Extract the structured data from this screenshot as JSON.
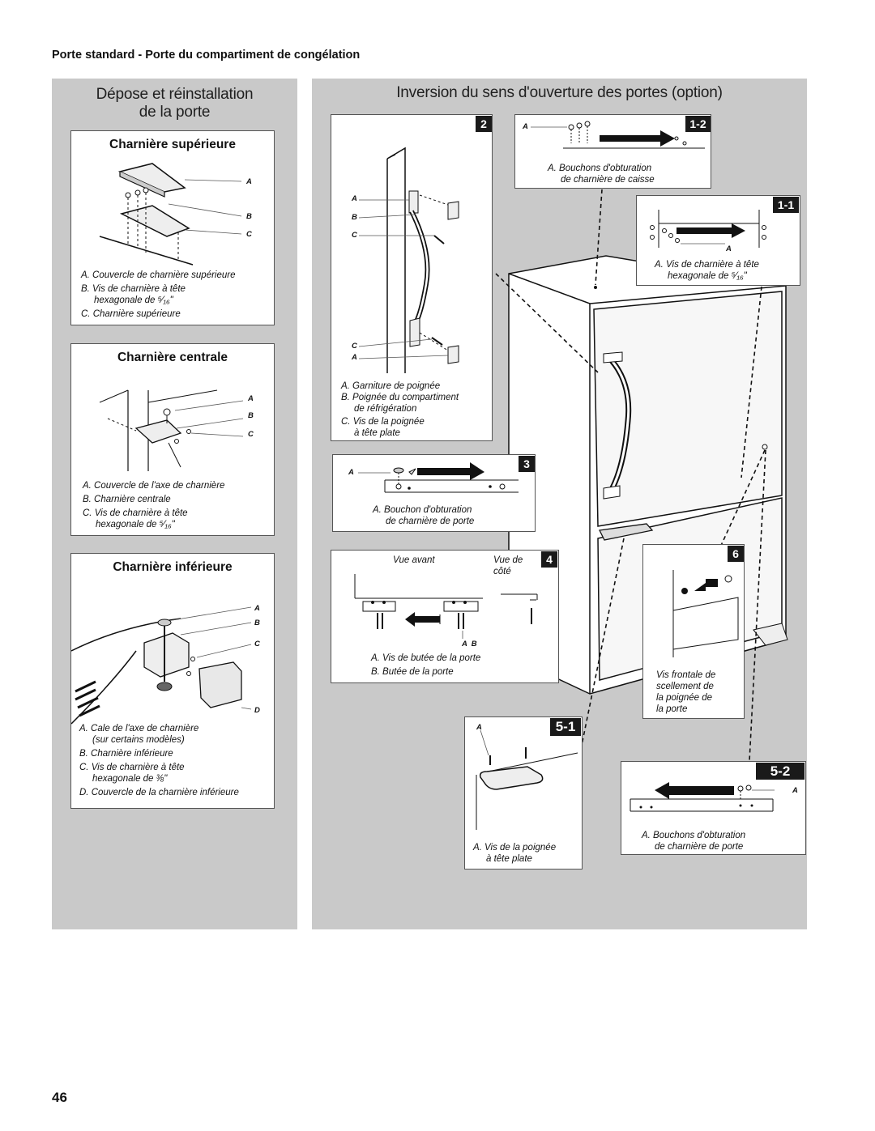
{
  "section_heading": "Porte standard - Porte du compartiment de congélation",
  "left_panel": {
    "title_line1": "Dépose et réinstallation",
    "title_line2": "de la porte",
    "top_hinge": {
      "title": "Charnière supérieure",
      "callouts": [
        "A",
        "B",
        "C"
      ],
      "legend": [
        "A. Couvercle de charnière supérieure",
        "B. Vis de charnière à tête",
        "hexagonale de ⁵⁄₁₆\"",
        "C. Charnière supérieure"
      ]
    },
    "center_hinge": {
      "title": "Charnière centrale",
      "callouts": [
        "A",
        "B",
        "C"
      ],
      "legend": [
        "A. Couvercle de l'axe de charnière",
        "B. Charnière centrale",
        "C. Vis de charnière à tête",
        "hexagonale de ⁵⁄₁₆\""
      ]
    },
    "bottom_hinge": {
      "title": "Charnière inférieure",
      "callouts": [
        "A",
        "B",
        "C",
        "D"
      ],
      "legend": [
        "A. Cale de l'axe de charnière",
        "(sur certains modèles)",
        "B. Charnière inférieure",
        "C. Vis de charnière à tête",
        "hexagonale de ⅜\"",
        "D. Couvercle de la charnière inférieure"
      ]
    }
  },
  "right_panel": {
    "title": "Inversion du sens d'ouverture des portes (option)",
    "fig_2": {
      "number": "2",
      "callouts_top": [
        "A",
        "B",
        "C"
      ],
      "callouts_bottom": [
        "C",
        "A"
      ],
      "legend": [
        "A. Garniture de poignée",
        "B. Poignée du compartiment",
        "de réfrigération",
        "C. Vis de la poignée",
        "à tête plate"
      ]
    },
    "fig_1_2": {
      "number": "1-2",
      "callout": "A",
      "legend": [
        "A. Bouchons d'obturation",
        "de charnière de caisse"
      ]
    },
    "fig_1_1": {
      "number": "1-1",
      "callout": "A",
      "legend": [
        "A. Vis de charnière à tête",
        "hexagonale de ⁵⁄₁₆\""
      ]
    },
    "fig_3": {
      "number": "3",
      "callout": "A",
      "legend": [
        "A. Bouchon d'obturation",
        "de charnière de porte"
      ]
    },
    "fig_4": {
      "number": "4",
      "view_front": "Vue avant",
      "view_side_line1": "Vue de",
      "view_side_line2": "côté",
      "callouts": "A  B",
      "legend": [
        "A. Vis de butée de la porte",
        "B. Butée de la porte"
      ]
    },
    "fig_6": {
      "number": "6",
      "legend": [
        "Vis frontale de",
        "scellement de",
        "la poignée de",
        "la porte"
      ]
    },
    "fig_5_1": {
      "number": "5-1",
      "callout": "A",
      "legend": [
        "A. Vis de la poignée",
        "à tête plate"
      ]
    },
    "fig_5_2": {
      "number": "5-2",
      "callout": "A",
      "legend": [
        "A. Bouchons d'obturation",
        "de charnière de porte"
      ]
    }
  },
  "page_number": "46"
}
